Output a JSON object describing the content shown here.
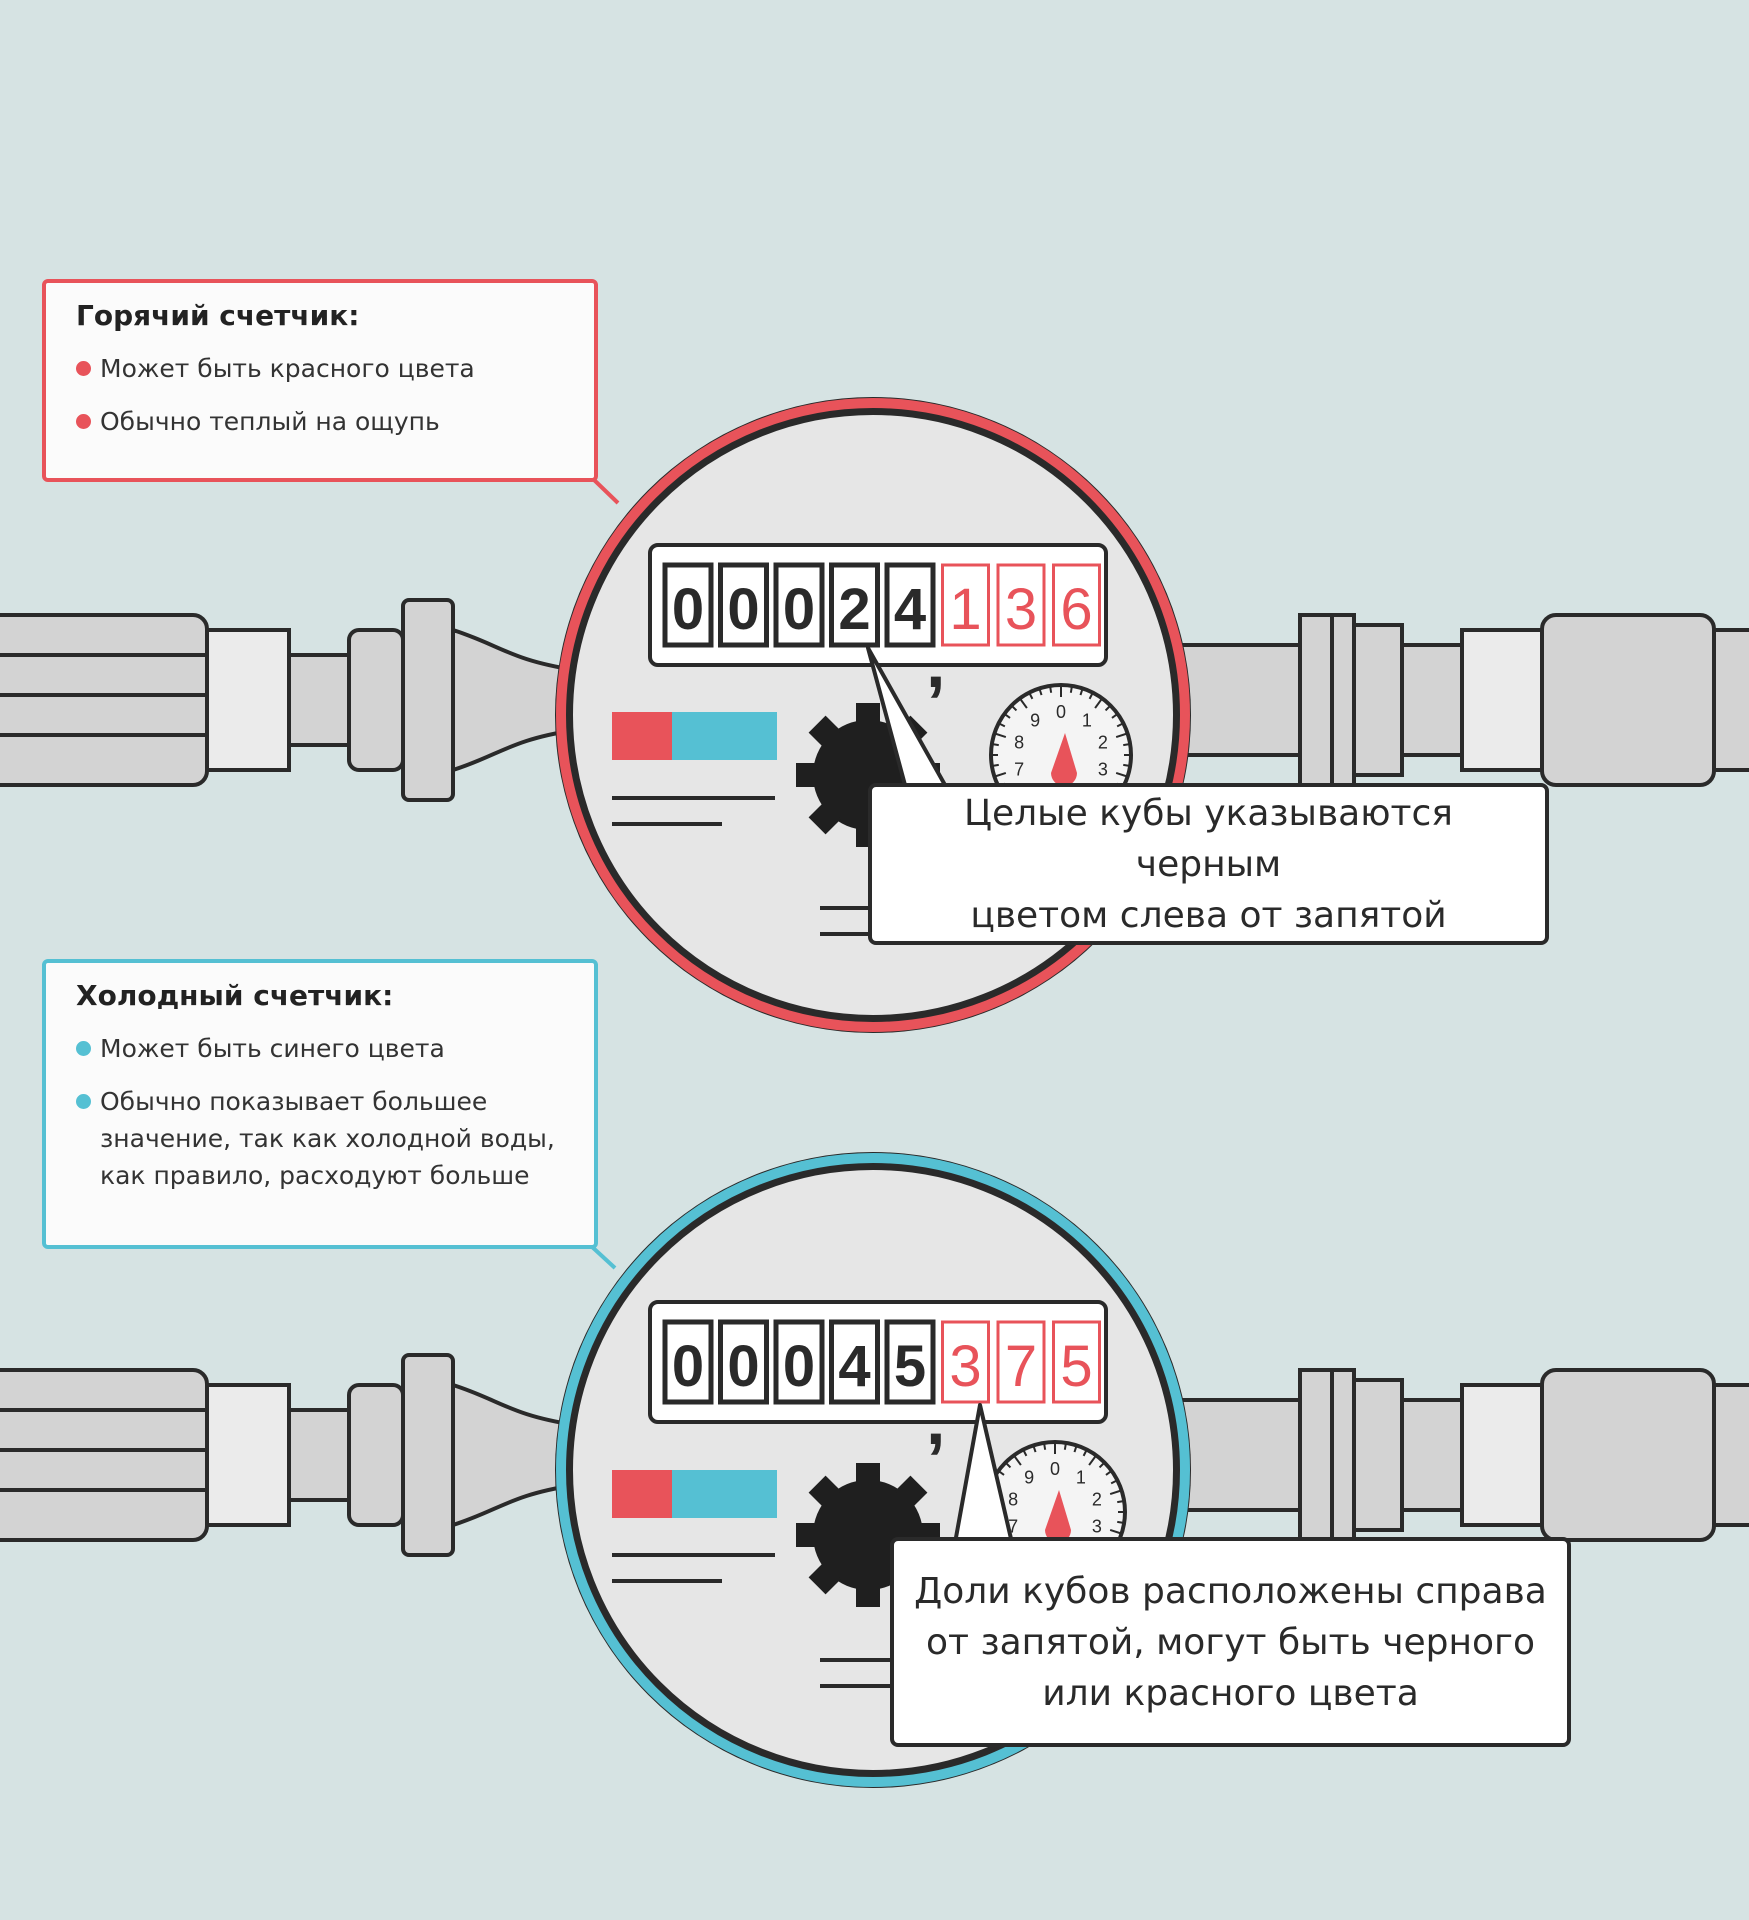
{
  "hot_meter": {
    "title": "Горячий счетчик:",
    "bullets": [
      "Может быть красного цвета",
      "Обычно теплый на ощупь"
    ],
    "digits_black": [
      "0",
      "0",
      "0",
      "2",
      "4"
    ],
    "digits_red": [
      "1",
      "3",
      "6"
    ],
    "callout": "Целые кубы указываются черным\nцветом слева от запятой",
    "ring_color": "#e8535a"
  },
  "cold_meter": {
    "title": "Холодный счетчик:",
    "bullets": [
      "Может быть синего цвета",
      "Обычно показывает большее\nзначение, так как холодной воды,\nкак правило, расходуют больше"
    ],
    "digits_black": [
      "0",
      "0",
      "0",
      "4",
      "5"
    ],
    "digits_red": [
      "3",
      "7",
      "5"
    ],
    "callout": "Доли кубов расположены справа\nот запятой, могут быть черного\nили красного цвета",
    "ring_color": "#55c0d3"
  },
  "comma": ",",
  "dial_numbers": [
    "0",
    "1",
    "2",
    "3",
    "7",
    "8",
    "9"
  ],
  "colors": {
    "background": "#d6e3e3",
    "red": "#e8535a",
    "blue": "#55c0d3",
    "pipe_fill": "#d3d3d3",
    "face": "#e6e6e6",
    "outline": "#2a2a2a"
  }
}
